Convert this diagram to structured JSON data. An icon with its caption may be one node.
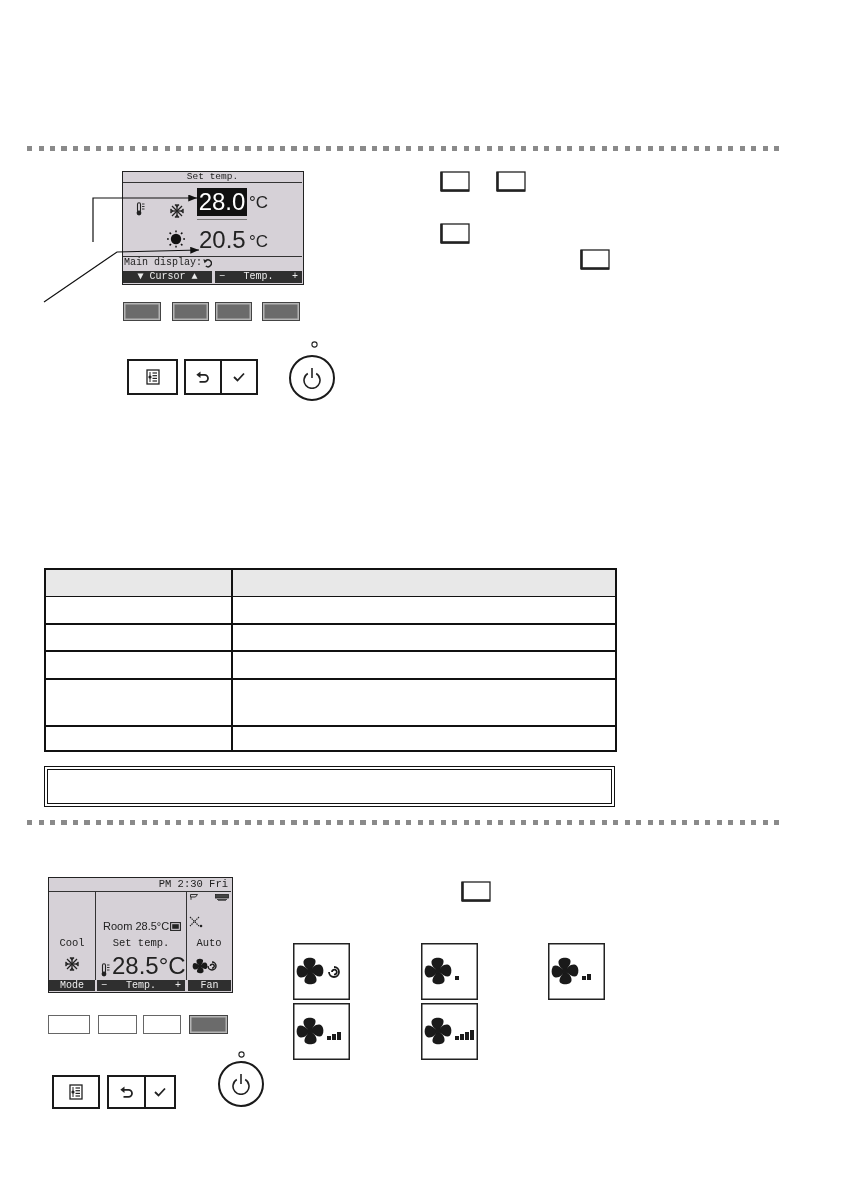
{
  "diagram": {
    "nodes": [
      {
        "text": [
          "Set temp.",
          "Main display:",
          "▼ Cursor ▲",
          "− Temp. +"
        ]
      },
      {
        "text": [
          "28.0",
          "°C"
        ],
        "in": 0
      },
      {
        "text": [
          "20.5",
          "°C"
        ],
        "in": 0
      },
      {
        "text": [],
        "shape": "box"
      },
      {
        "text": [
          "PM 2:30 Fri",
          "Room 28.5°C",
          "Cool",
          "Set temp.",
          "Auto",
          "28.5°C",
          "Mode",
          "− Temp. +",
          "Fan"
        ]
      }
    ],
    "edges": [
      {
        "from": null,
        "to": 1,
        "arrow": "to"
      },
      {
        "from": null,
        "to": 2,
        "arrow": "to"
      }
    ]
  }
}
